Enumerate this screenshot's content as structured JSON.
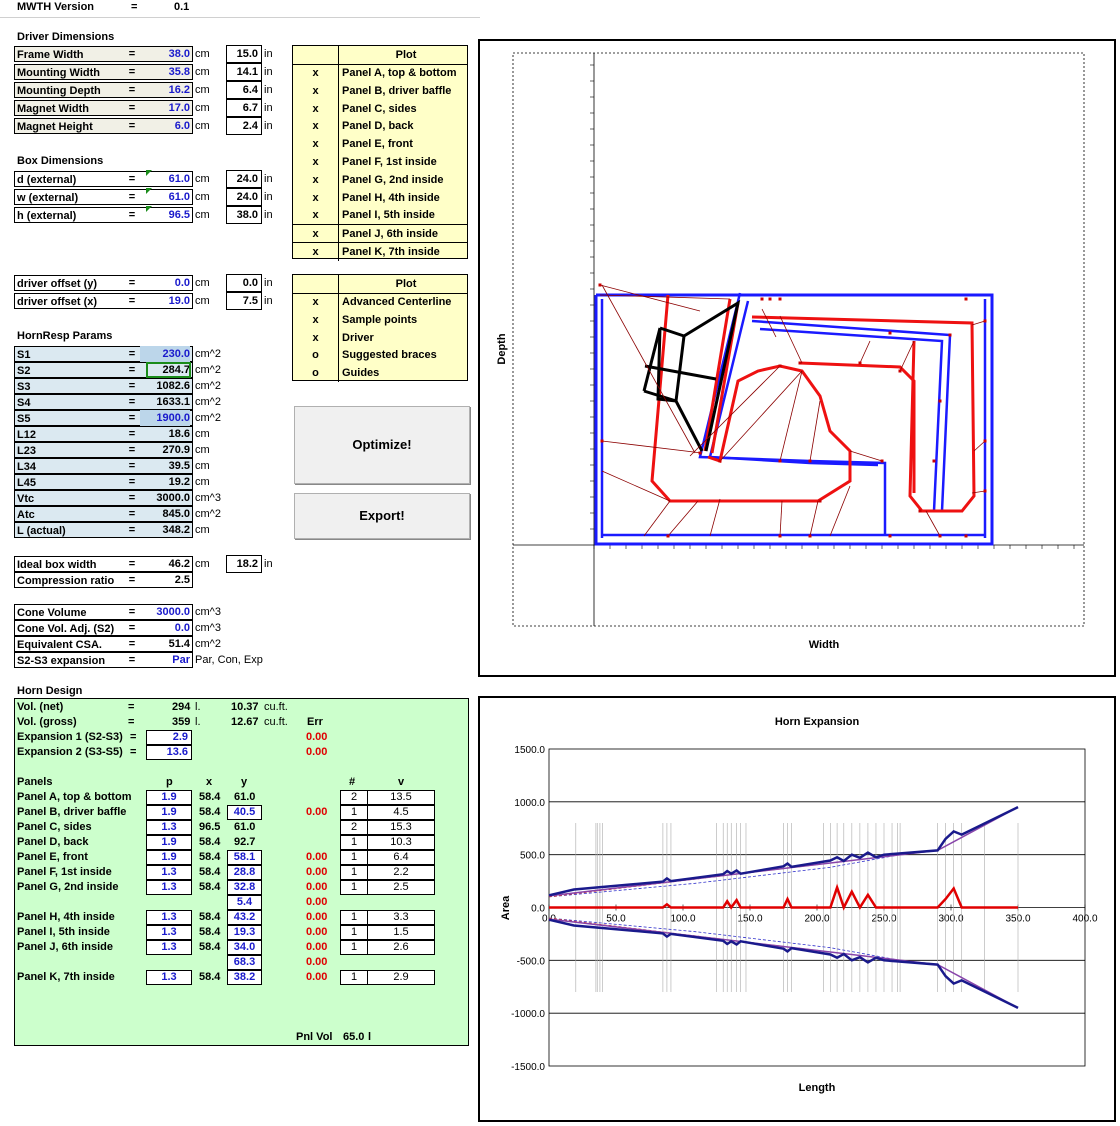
{
  "header": {
    "label": "MWTH Version",
    "eq": "=",
    "value": "0.1"
  },
  "sections": {
    "driver": "Driver Dimensions",
    "box": "Box Dimensions",
    "hornresp": "HornResp Params",
    "horn": "Horn Design"
  },
  "driver_rows": [
    {
      "label": "Frame Width",
      "value": "38.0",
      "unit": "cm",
      "inch": "15.0",
      "iunit": "in"
    },
    {
      "label": "Mounting Width",
      "value": "35.8",
      "unit": "cm",
      "inch": "14.1",
      "iunit": "in"
    },
    {
      "label": "Mounting Depth",
      "value": "16.2",
      "unit": "cm",
      "inch": "6.4",
      "iunit": "in"
    },
    {
      "label": "Magnet Width",
      "value": "17.0",
      "unit": "cm",
      "inch": "6.7",
      "iunit": "in"
    },
    {
      "label": "Magnet Height",
      "value": "6.0",
      "unit": "cm",
      "inch": "2.4",
      "iunit": "in"
    }
  ],
  "box_rows": [
    {
      "label": "d (external)",
      "value": "61.0",
      "unit": "cm",
      "inch": "24.0",
      "iunit": "in"
    },
    {
      "label": "w (external)",
      "value": "61.0",
      "unit": "cm",
      "inch": "24.0",
      "iunit": "in"
    },
    {
      "label": "h (external)",
      "value": "96.5",
      "unit": "cm",
      "inch": "38.0",
      "iunit": "in"
    }
  ],
  "offset_rows": [
    {
      "label": "driver offset (y)",
      "value": "0.0",
      "unit": "cm",
      "inch": "0.0",
      "iunit": "in"
    },
    {
      "label": "driver offset (x)",
      "value": "19.0",
      "unit": "cm",
      "inch": "7.5",
      "iunit": "in"
    }
  ],
  "hornresp_rows": [
    {
      "label": "S1",
      "value": "230.0",
      "unit": "cm^2",
      "blue": true
    },
    {
      "label": "S2",
      "value": "284.7",
      "unit": "cm^2",
      "blue": false
    },
    {
      "label": "S3",
      "value": "1082.6",
      "unit": "cm^2",
      "blue": false
    },
    {
      "label": "S4",
      "value": "1633.1",
      "unit": "cm^2",
      "blue": false
    },
    {
      "label": "S5",
      "value": "1900.0",
      "unit": "cm^2",
      "blue": true
    },
    {
      "label": "L12",
      "value": "18.6",
      "unit": "cm",
      "blue": false
    },
    {
      "label": "L23",
      "value": "270.9",
      "unit": "cm",
      "blue": false
    },
    {
      "label": "L34",
      "value": "39.5",
      "unit": "cm",
      "blue": false
    },
    {
      "label": "L45",
      "value": "19.2",
      "unit": "cm",
      "blue": false
    },
    {
      "label": "Vtc",
      "value": "3000.0",
      "unit": "cm^3",
      "blue": false
    },
    {
      "label": "Atc",
      "value": "845.0",
      "unit": "cm^2",
      "blue": false
    },
    {
      "label": "L (actual)",
      "value": "348.2",
      "unit": "cm",
      "blue": false
    }
  ],
  "ideal": {
    "label": "Ideal box width",
    "value": "46.2",
    "unit": "cm",
    "inch": "18.2",
    "iunit": "in"
  },
  "compression": {
    "label": "Compression ratio",
    "value": "2.5"
  },
  "cone_rows": [
    {
      "label": "Cone Volume",
      "value": "3000.0",
      "unit": "cm^3",
      "blue": true
    },
    {
      "label": "Cone Vol. Adj. (S2)",
      "value": "0.0",
      "unit": "cm^3",
      "blue": true
    },
    {
      "label": "Equivalent CSA.",
      "value": "51.4",
      "unit": "cm^2",
      "blue": false
    },
    {
      "label": "S2-S3 expansion",
      "value": "Par",
      "unit": "Par, Con, Exp",
      "blue": true
    }
  ],
  "plot1": {
    "header": "Plot",
    "items": [
      {
        "mark": "x",
        "name": "Panel A, top & bottom"
      },
      {
        "mark": "x",
        "name": "Panel B, driver baffle"
      },
      {
        "mark": "x",
        "name": "Panel C, sides"
      },
      {
        "mark": "x",
        "name": "Panel D, back"
      },
      {
        "mark": "x",
        "name": "Panel E, front"
      },
      {
        "mark": "x",
        "name": "Panel F, 1st inside"
      },
      {
        "mark": "x",
        "name": "Panel G, 2nd inside"
      },
      {
        "mark": "x",
        "name": "Panel H, 4th inside"
      },
      {
        "mark": "x",
        "name": "Panel I, 5th inside"
      },
      {
        "mark": "x",
        "name": "Panel J, 6th inside"
      },
      {
        "mark": "x",
        "name": "Panel K, 7th inside"
      }
    ]
  },
  "plot2": {
    "header": "Plot",
    "items": [
      {
        "mark": "x",
        "name": "Advanced Centerline"
      },
      {
        "mark": "x",
        "name": "Sample points"
      },
      {
        "mark": "x",
        "name": "Driver"
      },
      {
        "mark": "o",
        "name": "Suggested braces"
      },
      {
        "mark": "o",
        "name": "Guides"
      }
    ]
  },
  "buttons": {
    "optimize": "Optimize!",
    "export": "Export!"
  },
  "horn": {
    "vol_net": {
      "label": "Vol. (net)",
      "eq": "=",
      "l": "294",
      "lu": "l.",
      "cf": "10.37",
      "cfu": "cu.ft."
    },
    "vol_gross": {
      "label": "Vol. (gross)",
      "eq": "=",
      "l": "359",
      "lu": "l.",
      "cf": "12.67",
      "cfu": "cu.ft.",
      "err": "Err"
    },
    "exp1": {
      "label": "Expansion 1 (S2-S3)",
      "eq": "=",
      "value": "2.9",
      "err": "0.00"
    },
    "exp2": {
      "label": "Expansion 2 (S3-S5)",
      "eq": "=",
      "value": "13.6",
      "err": "0.00"
    },
    "cols": {
      "panels": "Panels",
      "p": "p",
      "x": "x",
      "y": "y",
      "n": "#",
      "v": "v"
    },
    "panels": [
      {
        "name": "Panel A, top & bottom",
        "p": "1.9",
        "x": "58.4",
        "y": "61.0",
        "ybox": false,
        "err": "",
        "n": "2",
        "v": "13.5"
      },
      {
        "name": "Panel B, driver baffle",
        "p": "1.9",
        "x": "58.4",
        "y": "40.5",
        "ybox": true,
        "err": "0.00",
        "n": "1",
        "v": "4.5"
      },
      {
        "name": "Panel C, sides",
        "p": "1.3",
        "x": "96.5",
        "y": "61.0",
        "ybox": false,
        "err": "",
        "n": "2",
        "v": "15.3"
      },
      {
        "name": "Panel D, back",
        "p": "1.9",
        "x": "58.4",
        "y": "92.7",
        "ybox": false,
        "err": "",
        "n": "1",
        "v": "10.3"
      },
      {
        "name": "Panel E, front",
        "p": "1.9",
        "x": "58.4",
        "y": "58.1",
        "ybox": true,
        "err": "0.00",
        "n": "1",
        "v": "6.4"
      },
      {
        "name": "Panel F, 1st inside",
        "p": "1.3",
        "x": "58.4",
        "y": "28.8",
        "ybox": true,
        "err": "0.00",
        "n": "1",
        "v": "2.2"
      },
      {
        "name": "Panel G, 2nd inside",
        "p": "1.3",
        "x": "58.4",
        "y": "32.8",
        "ybox": true,
        "err": "0.00",
        "n": "1",
        "v": "2.5"
      },
      {
        "name": "",
        "p": "",
        "x": "",
        "y": "5.4",
        "ybox": true,
        "err": "0.00",
        "n": "",
        "v": ""
      },
      {
        "name": "Panel H, 4th inside",
        "p": "1.3",
        "x": "58.4",
        "y": "43.2",
        "ybox": true,
        "err": "0.00",
        "n": "1",
        "v": "3.3"
      },
      {
        "name": "Panel I, 5th inside",
        "p": "1.3",
        "x": "58.4",
        "y": "19.3",
        "ybox": true,
        "err": "0.00",
        "n": "1",
        "v": "1.5"
      },
      {
        "name": "Panel J, 6th inside",
        "p": "1.3",
        "x": "58.4",
        "y": "34.0",
        "ybox": true,
        "err": "0.00",
        "n": "1",
        "v": "2.6"
      },
      {
        "name": "",
        "p": "",
        "x": "",
        "y": "68.3",
        "ybox": true,
        "err": "0.00",
        "n": "",
        "v": ""
      },
      {
        "name": "Panel K, 7th inside",
        "p": "1.3",
        "x": "58.4",
        "y": "38.2",
        "ybox": true,
        "err": "0.00",
        "n": "1",
        "v": "2.9"
      }
    ],
    "pnlvol": {
      "label": "Pnl Vol",
      "value": "65.0",
      "unit": "l"
    }
  },
  "chart_data": [
    {
      "type": "diagram",
      "xlabel": "Width",
      "ylabel": "Depth"
    },
    {
      "type": "line",
      "title": "Horn Expansion",
      "xlabel": "Length",
      "ylabel": "Area",
      "xlim": [
        0,
        400
      ],
      "ylim": [
        -1500,
        1500
      ],
      "xticks": [
        "0.0",
        "50.0",
        "100.0",
        "150.0",
        "200.0",
        "250.0",
        "300.0",
        "350.0",
        "400.0"
      ],
      "yticks": [
        "1500.0",
        "1000.0",
        "500.0",
        "0.0",
        "-500.0",
        "-1000.0",
        "-1500.0"
      ],
      "series": [
        {
          "color": "#1a1a8c",
          "x": [
            0,
            18.6,
            85,
            88,
            91,
            130,
            133,
            136,
            140,
            143,
            175,
            178,
            181,
            210,
            215,
            220,
            226,
            232,
            238,
            244,
            250,
            260,
            290,
            296,
            302,
            308,
            350
          ],
          "y": [
            115,
            170,
            245,
            275,
            250,
            315,
            345,
            320,
            350,
            320,
            390,
            415,
            385,
            445,
            475,
            440,
            500,
            470,
            520,
            475,
            500,
            510,
            540,
            650,
            720,
            690,
            950
          ]
        },
        {
          "color": "#e00000",
          "x": [
            0,
            20,
            85,
            88,
            91,
            130,
            133,
            136,
            140,
            143,
            175,
            178,
            181,
            210,
            215,
            220,
            226,
            232,
            238,
            244,
            250,
            290,
            296,
            302,
            308,
            350
          ],
          "y": [
            0,
            0,
            0,
            30,
            0,
            0,
            60,
            0,
            70,
            0,
            0,
            80,
            0,
            0,
            190,
            0,
            150,
            0,
            120,
            0,
            0,
            0,
            80,
            180,
            0,
            0
          ]
        }
      ]
    }
  ]
}
